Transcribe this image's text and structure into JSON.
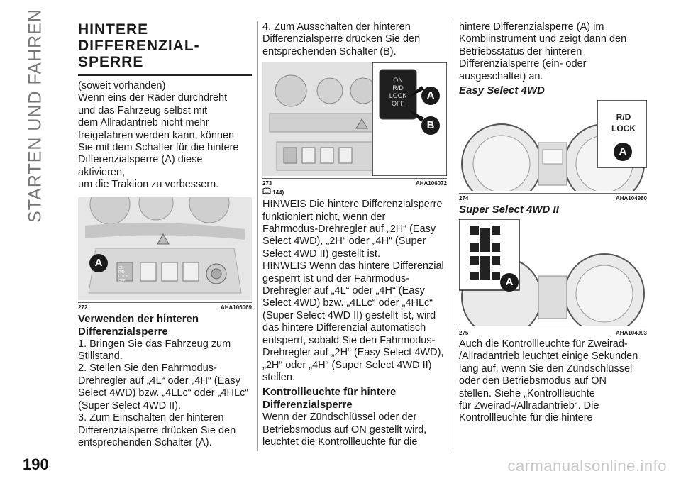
{
  "side_title": "STARTEN UND FAHREN",
  "page_number": "190",
  "watermark": "carmanualsonline.info",
  "col1": {
    "title_lines": [
      "HINTERE",
      "DIFFERENZIAL-",
      "SPERRE"
    ],
    "intro": [
      "(soweit vorhanden)",
      "Wenn eins der Räder durchdreht",
      "und das Fahrzeug selbst mit",
      "dem Allradantrieb nicht mehr",
      "freigefahren werden kann, können",
      "Sie mit dem Schalter für die hintere",
      "Differenzialsperre (A) diese aktivieren,",
      "um die Traktion zu verbessern."
    ],
    "figure": {
      "number": "272",
      "code": "AHA106069",
      "callout": "A",
      "switch_lines": [
        "ON",
        "R/D",
        "LOCK",
        "OFF"
      ]
    },
    "subhead_lines": [
      "Verwenden der hinteren",
      "Differenzialsperre"
    ],
    "steps": [
      "1. Bringen Sie das Fahrzeug zum",
      "Stillstand.",
      "2. Stellen Sie den Fahrmodus-",
      "Drehregler auf „4L“ oder „4H“ (Easy",
      "Select 4WD) bzw. „4LLc“ oder „4HLc“",
      "(Super Select 4WD II).",
      "3. Zum Einschalten der hinteren",
      "Differenzialsperre drücken Sie den",
      "entsprechenden Schalter (A)."
    ]
  },
  "col2": {
    "step4": [
      "4. Zum Ausschalten der hinteren",
      "Differenzialsperre drücken Sie den",
      "entsprechenden Schalter (B)."
    ],
    "figure": {
      "number": "273",
      "code": "AHA106072",
      "callouts": [
        "A",
        "B"
      ],
      "switch_lines": [
        "ON",
        "R/D",
        "LOCK",
        "OFF"
      ]
    },
    "note_ref": "144)",
    "body": [
      "HINWEIS Die hintere Differenzialsperre",
      "funktioniert nicht, wenn der",
      "Fahrmodus-Drehregler auf „2H“ (Easy",
      "Select 4WD), „2H“ oder „4H“ (Super",
      "Select 4WD II) gestellt ist.",
      "HINWEIS Wenn das hintere Differenzial",
      "gesperrt ist und der Fahrmodus-",
      "Drehregler auf „4L“ oder „4H“ (Easy",
      "Select 4WD) bzw. „4LLc“ oder „4HLc“",
      "(Super Select 4WD II) gestellt ist, wird",
      "das hintere Differenzial automatisch",
      "entsperrt, sobald Sie den Fahrmodus-",
      "Drehregler auf „2H“ (Easy Select 4WD),",
      "„2H“ oder „4H“ (Super Select 4WD II)",
      "stellen."
    ],
    "subhead_lines": [
      "Kontrollleuchte für hintere",
      "Differenzialsperre"
    ],
    "body2": [
      "Wenn der Zündschlüssel oder der",
      "Betriebsmodus auf ON gestellt wird,",
      "leuchtet die Kontrollleuchte für die"
    ]
  },
  "col3": {
    "body": [
      "hintere Differenzialsperre (A) im",
      "Kombiinstrument und zeigt dann den",
      "Betriebsstatus der hinteren",
      "Differenzialsperre (ein- oder",
      "ausgeschaltet) an."
    ],
    "easy_heading": "Easy Select 4WD",
    "fig274": {
      "number": "274",
      "code": "AHA104980",
      "callout": "A",
      "label_lines": [
        "R/D",
        "LOCK"
      ]
    },
    "super_heading": "Super Select 4WD II",
    "fig275": {
      "number": "275",
      "code": "AHA104993",
      "callout": "A"
    },
    "body2": [
      "Auch die Kontrollleuchte für Zweirad-",
      "/Allradantrieb leuchtet einige Sekunden",
      "lang auf, wenn Sie den Zündschlüssel",
      "oder den Betriebsmodus auf ON",
      "stellen. Siehe „Kontrollleuchte",
      "für Zweirad-/Allradantrieb“. Die",
      "Kontrollleuchte für die hintere"
    ]
  }
}
